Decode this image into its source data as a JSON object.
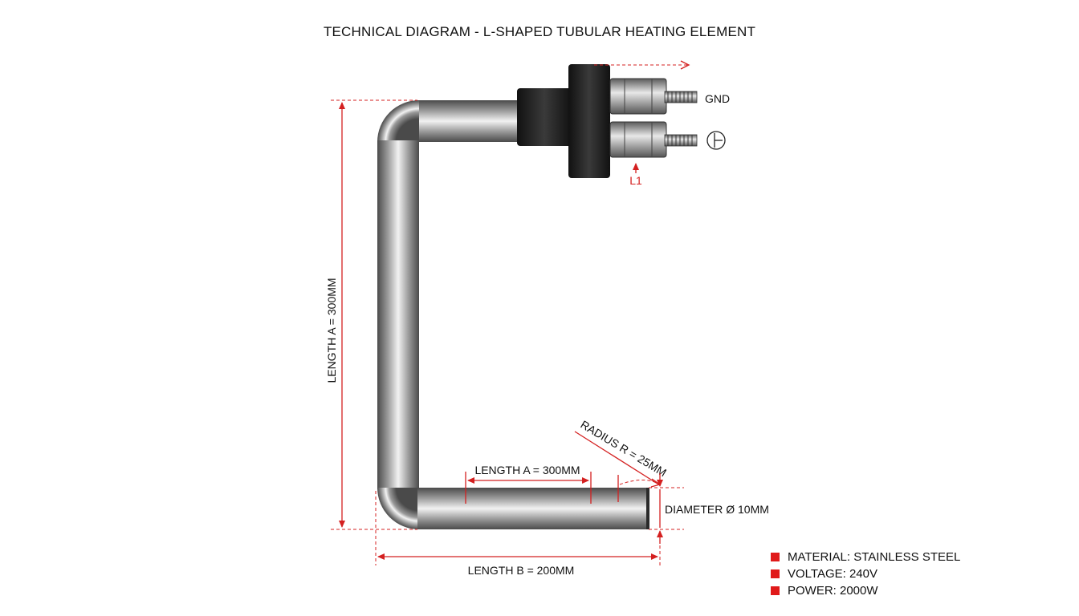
{
  "title": "TECHNICAL DIAGRAM - L-SHAPED TUBULAR HEATING ELEMENT",
  "labels": {
    "length_a_vertical": "LENGTH A = 300MM",
    "length_a_bottom": "LENGTH A = 300MM",
    "length_b": "LENGTH B = 200MM",
    "radius": "RADIUS R = 25MM",
    "diameter": "DIAMETER Ø 10MM",
    "gnd": "GND",
    "l1": "L1",
    "ground_symbol": "⏚"
  },
  "specs": [
    {
      "label": "MATERIAL: STAINLESS STEEL"
    },
    {
      "label": "VOLTAGE: 240V"
    },
    {
      "label": "POWER: 2000W"
    }
  ],
  "colors": {
    "dimension": "#d42020",
    "bullet": "#e01a1a",
    "tube_dark": "#4a4a4a",
    "tube_light": "#f4f4f4",
    "flange": "#1c1c1c"
  }
}
